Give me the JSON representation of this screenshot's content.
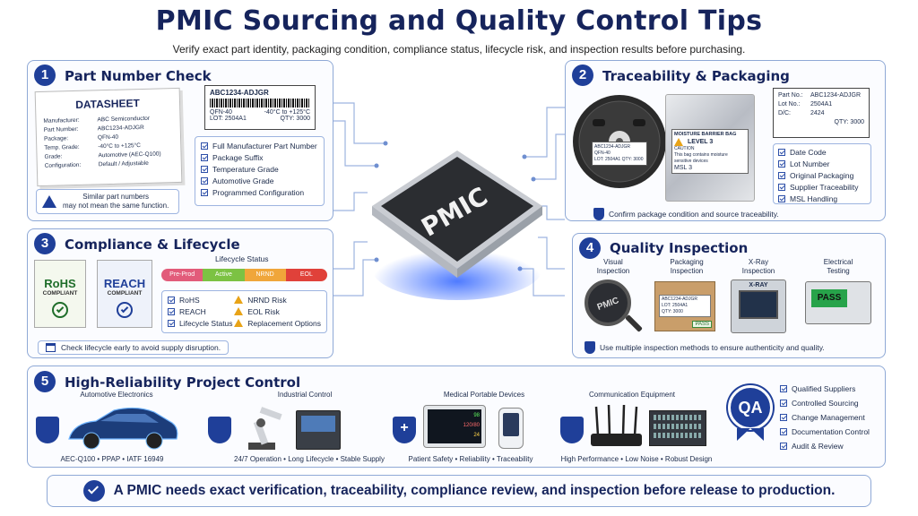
{
  "header": {
    "title": "PMIC Sourcing and Quality Control Tips",
    "subtitle": "Verify exact part identity, packaging condition, compliance status, lifecycle risk, and inspection results before purchasing."
  },
  "chip": {
    "label": "PMIC"
  },
  "p1": {
    "num": "1",
    "title": "Part Number Check",
    "datasheet": {
      "heading": "DATASHEET",
      "rows": [
        [
          "Manufacturer:",
          "ABC Semiconductor"
        ],
        [
          "Part Number:",
          "ABC1234-ADJGR"
        ],
        [
          "Package:",
          "QFN-40"
        ],
        [
          "Temp. Grade:",
          "-40°C to +125°C"
        ],
        [
          "Grade:",
          "Automotive (AEC-Q100)"
        ],
        [
          "Configuration:",
          "Default / Adjustable"
        ]
      ]
    },
    "label": {
      "pn": "ABC1234-ADJGR",
      "pkg": "QFN-40",
      "temp": "-40°C to +125°C",
      "lot": "LOT:   2504A1",
      "qty": "QTY: 3000"
    },
    "checks": [
      "Full Manufacturer Part Number",
      "Package Suffix",
      "Temperature Grade",
      "Automotive Grade",
      "Programmed Configuration"
    ],
    "warning": [
      "Similar part numbers",
      "may not mean the same function."
    ]
  },
  "p2": {
    "num": "2",
    "title": "Traceability & Packaging",
    "reel_label": [
      "ABC1234-ADJGR",
      "QFN-40",
      "LOT: 2504A1  QTY: 3000"
    ],
    "bag": {
      "title": "MOISTURE BARRIER BAG",
      "level": "LEVEL 3",
      "caution": "CAUTION",
      "text": "This bag contains moisture sensitive devices",
      "msl": "MSL 3"
    },
    "tag": {
      "rows": [
        [
          "Part No.:",
          "ABC1234-ADJGR"
        ],
        [
          "Lot No.:",
          "2504A1"
        ],
        [
          "D/C:",
          "2424"
        ]
      ],
      "qty": "QTY: 3000"
    },
    "checks": [
      "Date Code",
      "Lot Number",
      "Original Packaging",
      "Supplier Traceability",
      "MSL Handling"
    ],
    "note": "Confirm package condition and source traceability."
  },
  "p3": {
    "num": "3",
    "title": "Compliance & Lifecycle",
    "rohs": {
      "name": "RoHS",
      "sub": "COMPLIANT"
    },
    "reach": {
      "name": "REACH",
      "sub": "COMPLIANT"
    },
    "lifecycle": {
      "title": "Lifecycle Status",
      "stages": [
        "Pre-Prod",
        "Active",
        "NRND",
        "EOL"
      ],
      "colors": [
        "#e25b7a",
        "#7cc243",
        "#f0a63a",
        "#e0413a"
      ]
    },
    "checks": [
      "RoHS",
      "REACH",
      "Lifecycle Status"
    ],
    "risks": [
      "NRND Risk",
      "EOL Risk",
      "Replacement Options"
    ],
    "note": "Check lifecycle early to avoid supply disruption."
  },
  "p4": {
    "num": "4",
    "title": "Quality Inspection",
    "methods": [
      {
        "l1": "Visual",
        "l2": "Inspection"
      },
      {
        "l1": "Packaging",
        "l2": "Inspection"
      },
      {
        "l1": "X-Ray",
        "l2": "Inspection"
      },
      {
        "l1": "Electrical",
        "l2": "Testing"
      }
    ],
    "box": [
      "ABC1234-ADJGR",
      "LOT:  2504A1",
      "QTY:  3000"
    ],
    "pass_tag": "PASS",
    "xray": "X-RAY",
    "meter": "PASS",
    "mag": "PMIC",
    "note": "Use multiple inspection methods to ensure authenticity and quality."
  },
  "p5": {
    "num": "5",
    "title": "High-Reliability Project Control",
    "areas": [
      {
        "name": "Automotive Electronics",
        "foot": "AEC-Q100  •  PPAP  •  IATF 16949"
      },
      {
        "name": "Industrial Control",
        "foot": "24/7 Operation  •  Long Lifecycle  •  Stable Supply"
      },
      {
        "name": "Medical Portable Devices",
        "foot": "Patient Safety  •  Reliability  •  Traceability"
      },
      {
        "name": "Communication Equipment",
        "foot": "High Performance  •  Low Noise  •  Robust Design"
      }
    ],
    "monitor": [
      "98",
      "120/80",
      "24"
    ],
    "qa": "QA",
    "checks": [
      "Qualified Suppliers",
      "Controlled Sourcing",
      "Change Management",
      "Documentation Control",
      "Audit & Review"
    ]
  },
  "footer": {
    "text": "A PMIC needs exact verification, traceability, compliance review, and inspection before release to production."
  }
}
